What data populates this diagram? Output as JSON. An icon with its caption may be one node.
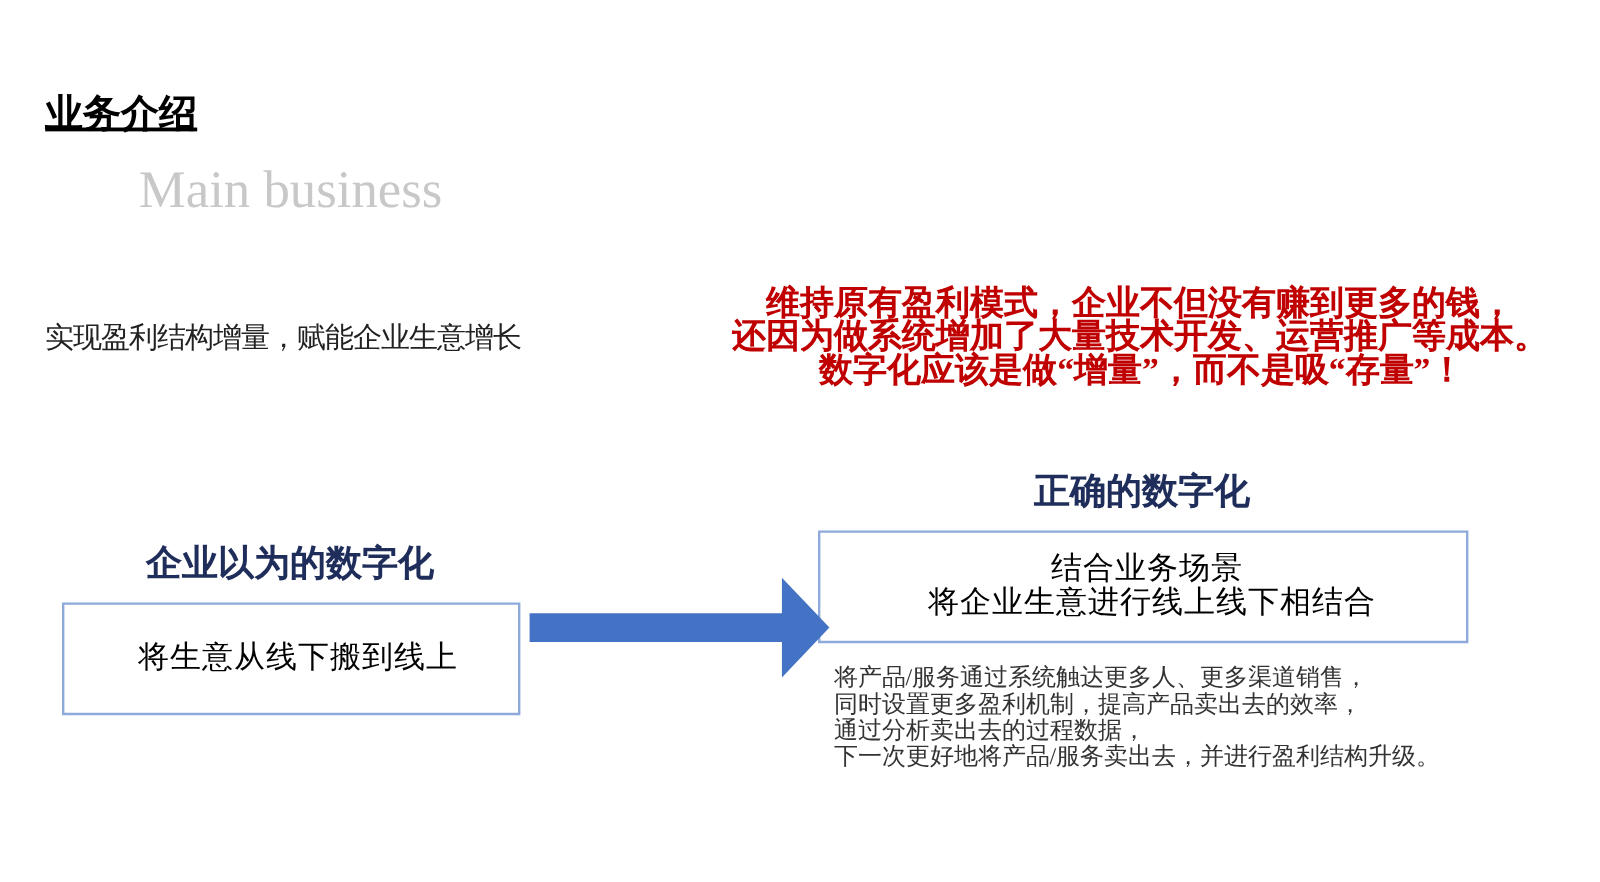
{
  "diagram": {
    "title": "业务介绍",
    "nodes": [
      {
        "text": [
          "企业以为的数字化",
          "将生意从线下搬到线上"
        ]
      },
      {
        "text": [
          "正确的数字化",
          "结合业务场景",
          "将企业生意进行线上线下相结合"
        ],
        "beside": [
          "将产品/服务通过系统触达更多人、更多渠道销售，同时设置更多盈利机制，提高产品卖出去的效率，通过分析卖出去的过程数据，下一次更好地将产品/服务卖出去，并进行盈利结构升级。"
        ]
      }
    ],
    "edges": [
      {
        "from": 0,
        "to": 1,
        "arrow": "to",
        "color": "#4472c4"
      }
    ],
    "labels": [
      "Main business",
      "实现盈利结构增量，赋能企业生意增长",
      "维持原有盈利模式，企业不但没有赚到更多的钱，还因为做系统增加了大量技术开发、运营推广等成本。数字化应该是做“增量”，而不是吸“存量”！"
    ]
  }
}
